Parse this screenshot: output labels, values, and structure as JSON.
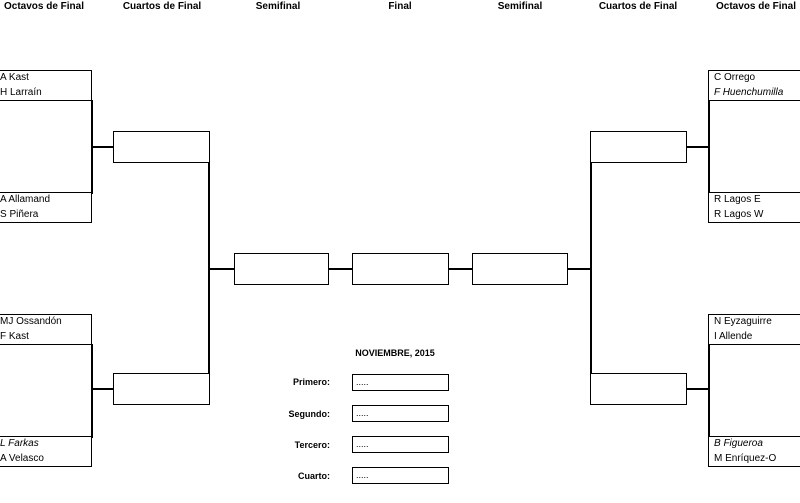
{
  "headers": {
    "left_octavos": "Octavos de Final",
    "left_cuartos": "Cuartos de Final",
    "left_semi": "Semifinal",
    "final": "Final",
    "right_semi": "Semifinal",
    "right_cuartos": "Cuartos de Final",
    "right_octavos": "Octavos de Final"
  },
  "left": {
    "g1": {
      "a": "A Kast",
      "b": "H Larraín"
    },
    "g2": {
      "a": "A Allamand",
      "b": "S Piñera"
    },
    "g3": {
      "a": "MJ Ossandón",
      "b": "F Kast"
    },
    "g4": {
      "a": "L Farkas",
      "b": "A Velasco"
    }
  },
  "right": {
    "g1": {
      "a": "C Orrego",
      "b": "F Huenchumilla"
    },
    "g2": {
      "a": "R Lagos E",
      "b": "R Lagos W"
    },
    "g3": {
      "a": "N Eyzaguirre",
      "b": "I Allende"
    },
    "g4": {
      "a": "B Figueroa",
      "b": "M Enríquez-O"
    }
  },
  "podium": {
    "title": "NOVIEMBRE, 2015",
    "places": [
      {
        "label": "Primero:",
        "value": "....."
      },
      {
        "label": "Segundo:",
        "value": "....."
      },
      {
        "label": "Tercero:",
        "value": "....."
      },
      {
        "label": "Cuarto:",
        "value": "....."
      }
    ]
  }
}
